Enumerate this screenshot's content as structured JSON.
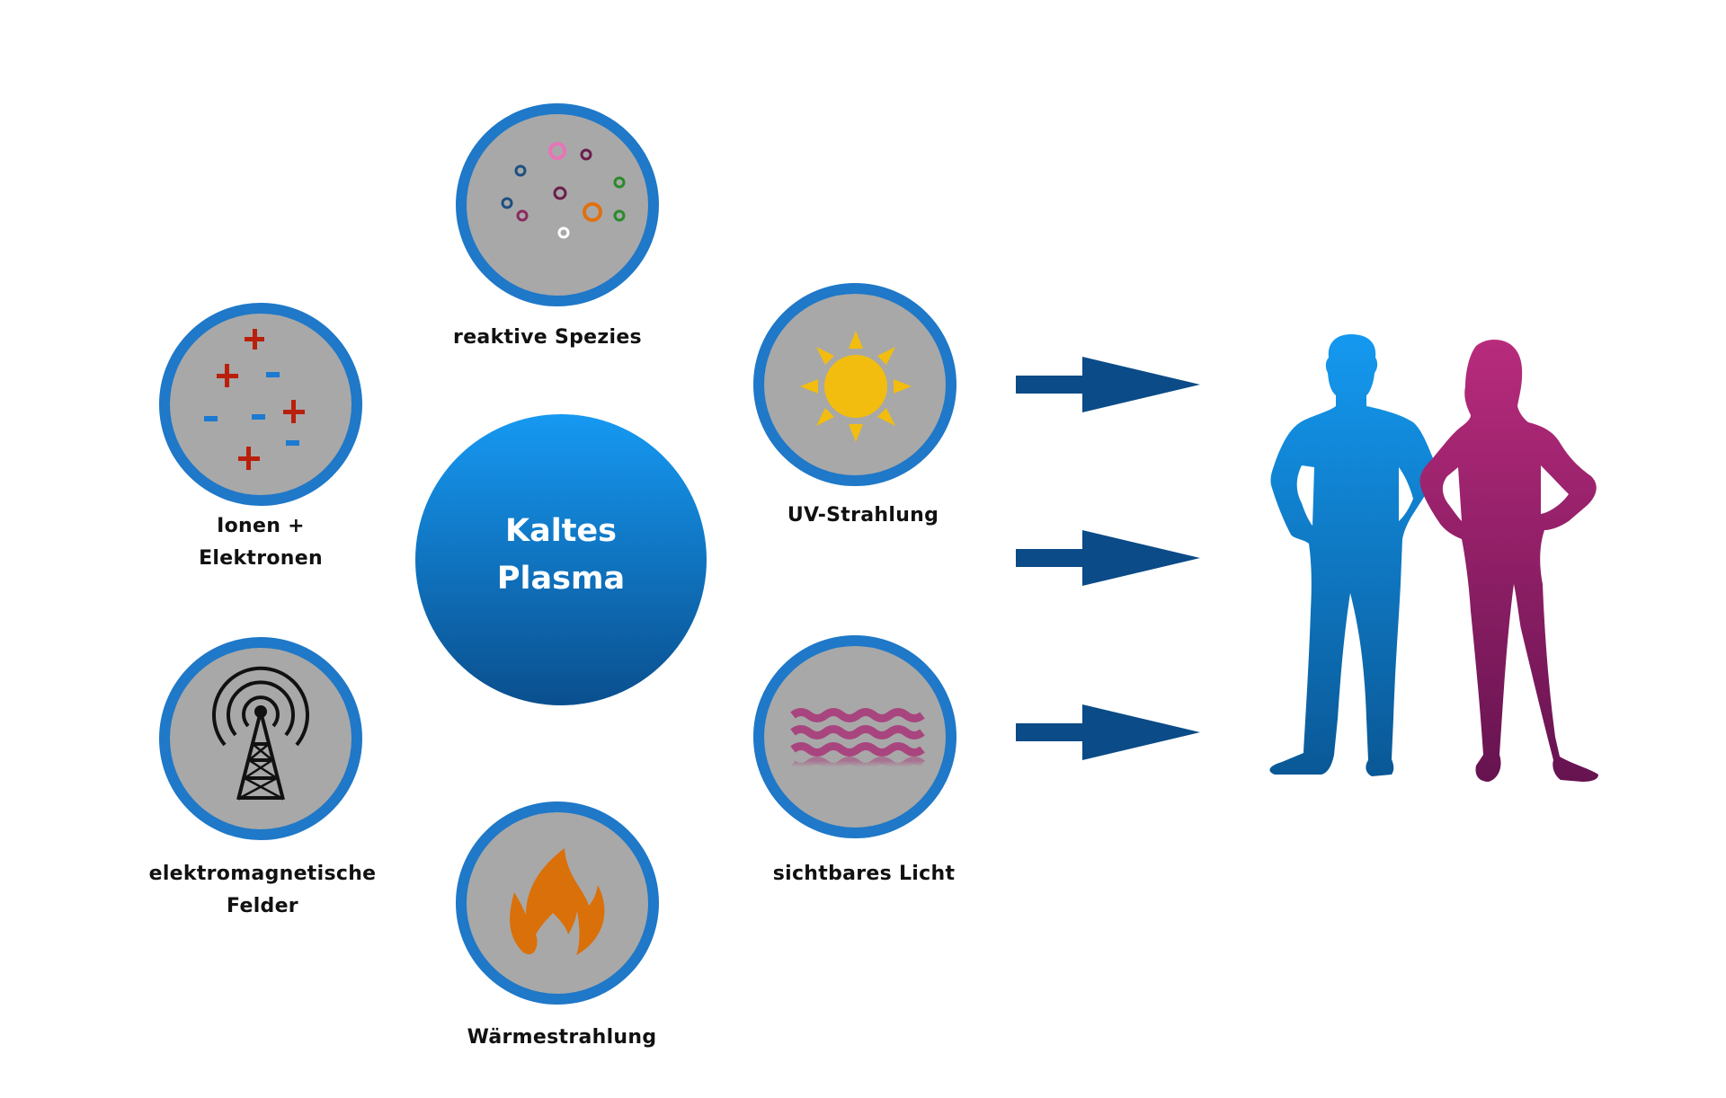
{
  "diagram": {
    "center": {
      "line1": "Kaltes",
      "line2": "Plasma"
    },
    "components": [
      {
        "id": "reactive-species",
        "label_lines": [
          "reaktive Spezies"
        ],
        "icon": "molecules-icon"
      },
      {
        "id": "ions-electrons",
        "label_lines": [
          "Ionen +",
          "Elektronen"
        ],
        "icon": "charges-icon"
      },
      {
        "id": "em-fields",
        "label_lines": [
          "elektromagnetische",
          "Felder"
        ],
        "icon": "radio-tower-icon"
      },
      {
        "id": "heat-radiation",
        "label_lines": [
          "Wärmestrahlung"
        ],
        "icon": "flame-icon"
      },
      {
        "id": "uv-radiation",
        "label_lines": [
          "UV-Strahlung"
        ],
        "icon": "sun-icon"
      },
      {
        "id": "visible-light",
        "label_lines": [
          "sichtbares Licht"
        ],
        "icon": "waves-icon"
      }
    ],
    "arrows": 3,
    "target": {
      "icon": "people-silhouette-icon"
    }
  },
  "colors": {
    "ring": "#1f78c8",
    "disc": "#a8a8a8",
    "center_top": "#1699f2",
    "center_bottom": "#0a4f8e",
    "arrow": "#0b4b87",
    "plus": "#b8200c",
    "minus": "#1c7ad0",
    "sun": "#f2bd0f",
    "flame": "#d9700a",
    "waves": "#a8457e",
    "man_top": "#1499f0",
    "man_bottom": "#0a5896",
    "woman_top": "#b82b7c",
    "woman_bottom": "#661350"
  }
}
